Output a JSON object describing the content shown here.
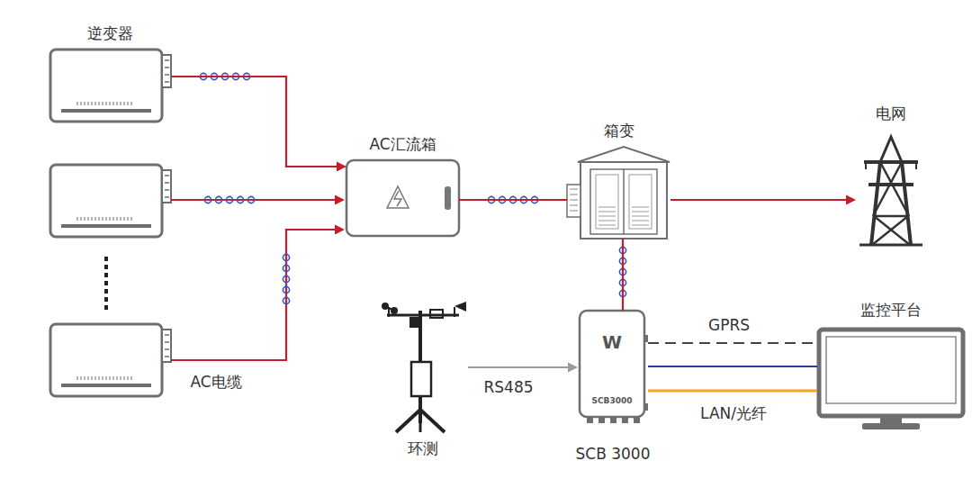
{
  "diagram": {
    "nodes": [
      {
        "text": [
          "逆变器"
        ]
      },
      {
        "text": [
          "AC汇流箱"
        ]
      },
      {
        "text": [
          "箱变"
        ]
      },
      {
        "text": [
          "电网"
        ]
      },
      {
        "text": [
          "环测"
        ]
      },
      {
        "text": [
          "SCB 3000"
        ]
      },
      {
        "text": [
          "监控平台"
        ]
      }
    ],
    "edges": [
      {
        "from": 0,
        "to": 1,
        "arrow": "to"
      },
      {
        "from": 1,
        "to": 2,
        "arrow": "none"
      },
      {
        "from": 2,
        "to": 3,
        "arrow": "to"
      },
      {
        "from": 2,
        "to": 5,
        "arrow": "none"
      },
      {
        "from": 4,
        "to": 5,
        "label": "RS485",
        "arrow": "to"
      },
      {
        "from": 5,
        "to": 6,
        "label": "GPRS",
        "arrow": "none"
      },
      {
        "from": 5,
        "to": 6,
        "arrow": "none"
      },
      {
        "from": 5,
        "to": 6,
        "label": "LAN/光纤",
        "arrow": "none"
      }
    ],
    "labels": [
      "AC电缆",
      "W",
      "SCB3000"
    ]
  }
}
